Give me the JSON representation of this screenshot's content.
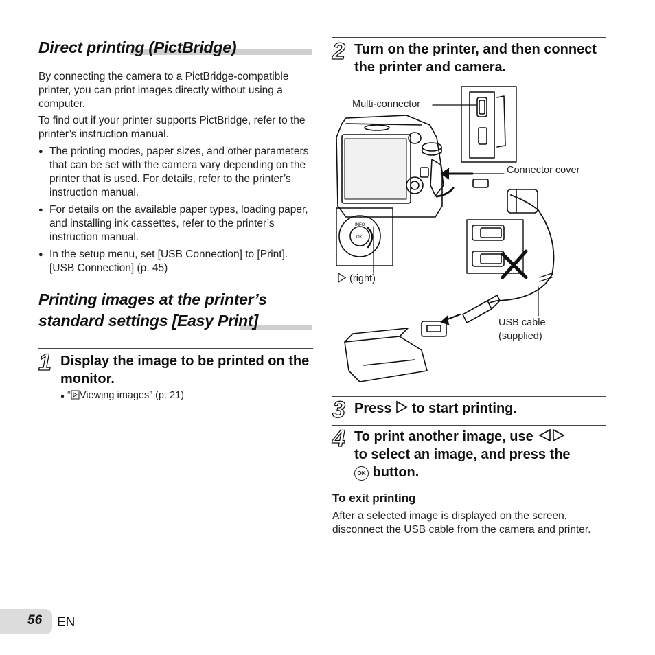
{
  "left": {
    "title1": "Direct printing (PictBridge)",
    "p1": "By connecting the camera to a PictBridge-compatible printer, you can print images directly without using a computer.",
    "p2": "To find out if your printer supports PictBridge, refer to the printer’s instruction manual.",
    "bullets": [
      "The printing modes, paper sizes, and other parameters that can be set with the camera vary depending on the printer that is used. For details, refer to the printer’s instruction manual.",
      "For details on the available paper types, loading paper, and installing ink cassettes, refer to the printer’s instruction manual.",
      "In the setup menu, set [USB Connection] to [Print]. [USB Connection] (p. 45)"
    ],
    "title2_line1": "Printing images at the printer’s",
    "title2_line2": "standard settings [Easy Print]",
    "step1_num": "1",
    "step1_text": "Display the image to be printed on the monitor.",
    "step1_sub_open": "“",
    "step1_sub_icon": "playback-icon",
    "step1_sub_rest": "Viewing images” (p. 21)"
  },
  "right": {
    "step2_num": "2",
    "step2_text": "Turn on the printer, and then connect the printer and camera.",
    "labels": {
      "multi": "Multi-connector",
      "cover": "Connector cover",
      "right": "(right)",
      "usb1": "USB cable",
      "usb2": "(supplied)",
      "info": "INFO",
      "ok": "OK"
    },
    "step3_num": "3",
    "step3_pre": "Press",
    "step3_post": "to start printing.",
    "step4_num": "4",
    "step4_line1": "To print another image, use",
    "step4_line2": "to select an image, and press the",
    "step4_ok": "OK",
    "step4_line3": "button.",
    "exit_title": "To exit printing",
    "exit_text": "After a selected image is displayed on the screen, disconnect the USB cable from the camera and printer."
  },
  "footer": {
    "page": "56",
    "lang": "EN"
  }
}
